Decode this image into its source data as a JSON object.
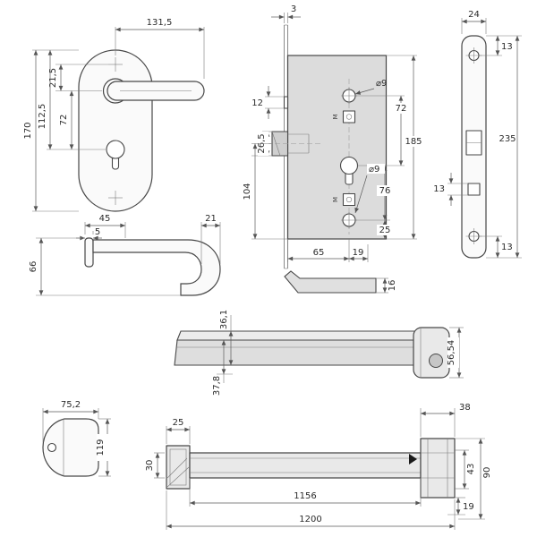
{
  "palette": {
    "line": "#474747",
    "dim_line": "#5a5a5a",
    "fill_light": "#e9e9e9",
    "fill_mid": "#d7d7d7",
    "background": "#ffffff"
  },
  "handle_plate": {
    "d131_5": "131,5",
    "d21_5": "21,5",
    "d72": "72",
    "d112_5": "112,5",
    "d170": "170"
  },
  "lock_body": {
    "d3": "3",
    "d12": "12",
    "d26_5": "26,5",
    "d104": "104",
    "d65": "65",
    "d19": "19",
    "d25": "25",
    "d76": "76",
    "dia9_top": "⌀9",
    "dia9_mid": "⌀9",
    "d185": "185",
    "d72": "72",
    "mark_top": "M",
    "mark_bottom": "M"
  },
  "faceplate": {
    "d24": "24",
    "d13_top": "13",
    "d235": "235",
    "d13_left": "13",
    "d13_bottom": "13"
  },
  "handle_profile": {
    "d45": "45",
    "d5": "5",
    "d21": "21",
    "d66": "66"
  },
  "latch_part": {
    "d16": "16"
  },
  "bar_side": {
    "d36_1": "36,1",
    "d37_8": "37,8",
    "d56_54": "56,54"
  },
  "end_view": {
    "d75_2": "75,2",
    "d119": "119"
  },
  "bar_front": {
    "d25": "25",
    "d30": "30",
    "d38": "38",
    "d43": "43",
    "d90": "90",
    "d19": "19",
    "d1156": "1156",
    "d1200": "1200"
  }
}
